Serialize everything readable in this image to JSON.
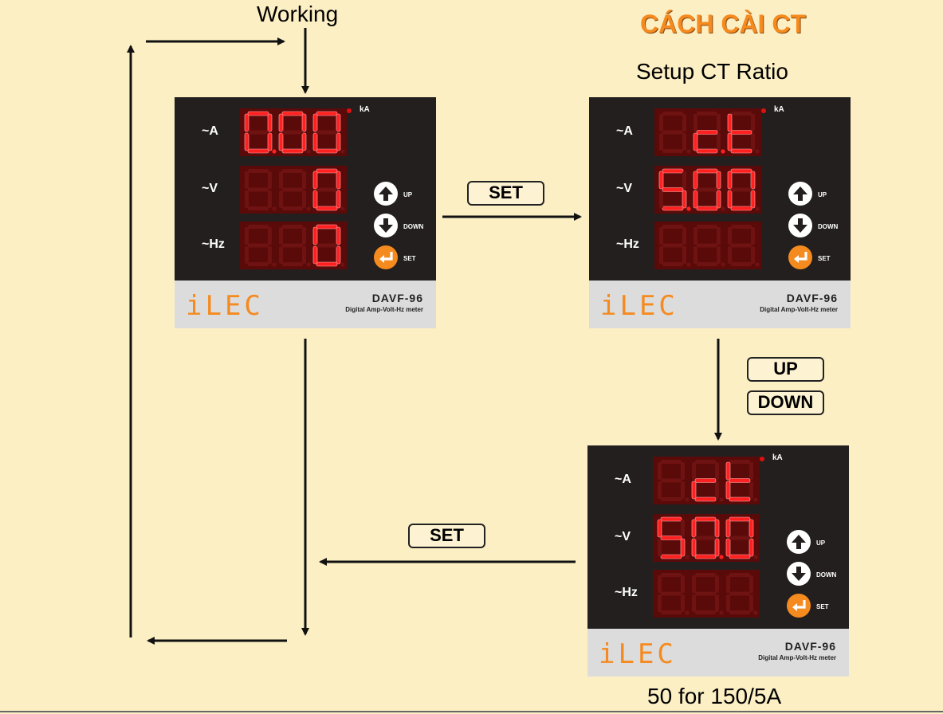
{
  "labels": {
    "working": "Working",
    "title": "CÁCH CÀI CT",
    "setup": "Setup CT Ratio",
    "footnote": "50 for 150/5A",
    "set_top": "SET",
    "up": "UP",
    "down": "DOWN",
    "set_bottom": "SET"
  },
  "meters": [
    {
      "brand": "iLEC",
      "model": "DAVF-96",
      "desc": "Digital Amp-Volt-Hz meter",
      "row_labels": [
        "~A",
        "~V",
        "~Hz"
      ],
      "unit": "kA",
      "displays": [
        "0.00",
        "0",
        "0"
      ],
      "buttons": [
        "UP",
        "DOWN",
        "SET"
      ]
    },
    {
      "brand": "iLEC",
      "model": "DAVF-96",
      "desc": "Digital Amp-Volt-Hz meter",
      "row_labels": [
        "~A",
        "~V",
        "~Hz"
      ],
      "unit": "kA",
      "displays": [
        "c.t",
        "5.00",
        ""
      ],
      "buttons": [
        "UP",
        "DOWN",
        "SET"
      ]
    },
    {
      "brand": "iLEC",
      "model": "DAVF-96",
      "desc": "Digital Amp-Volt-Hz meter",
      "row_labels": [
        "~A",
        "~V",
        "~Hz"
      ],
      "unit": "kA",
      "displays": [
        "ct",
        "50.0",
        ""
      ],
      "buttons": [
        "UP",
        "DOWN",
        "SET"
      ]
    }
  ],
  "colors": {
    "background": "#fcefc4",
    "title": "#f58a1f",
    "segment_on": "#ff2020",
    "segment_off": "#6e1212",
    "bezel": "#231f1e"
  }
}
